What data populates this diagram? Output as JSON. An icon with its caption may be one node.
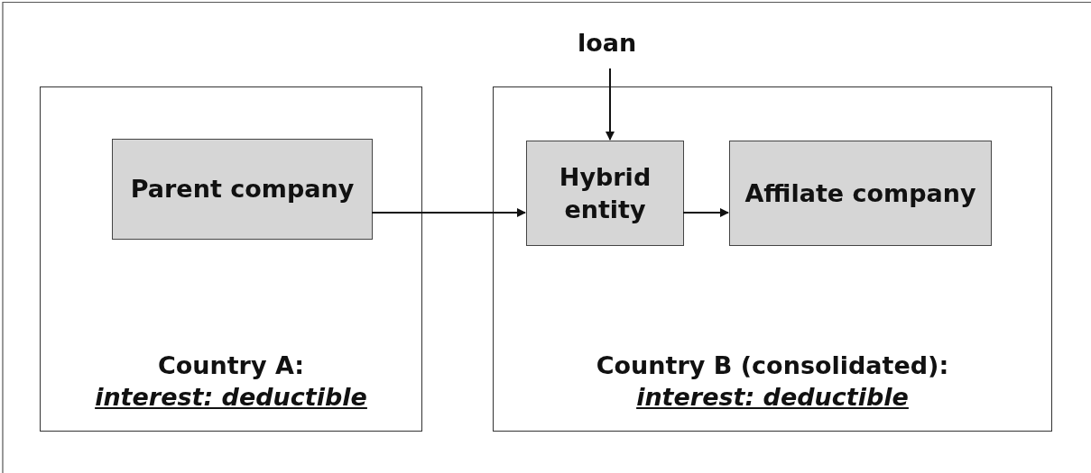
{
  "diagram": {
    "nodes": [
      {
        "text": [
          "Country A:",
          "interest: deductible"
        ]
      },
      {
        "text": [
          "Parent company"
        ],
        "in": 0
      },
      {
        "text": [
          "Country B (consolidated):",
          "interest: deductible"
        ]
      },
      {
        "text": [
          "Hybrid entity"
        ],
        "in": 2
      },
      {
        "text": [
          "Affilate company"
        ],
        "in": 2
      },
      {
        "text": [
          "loan"
        ]
      }
    ],
    "edges": [
      {
        "from": 5,
        "to": 3,
        "arrow": "to"
      },
      {
        "from": 1,
        "to": 3,
        "arrow": "to"
      },
      {
        "from": 3,
        "to": 4,
        "arrow": "to"
      }
    ]
  }
}
